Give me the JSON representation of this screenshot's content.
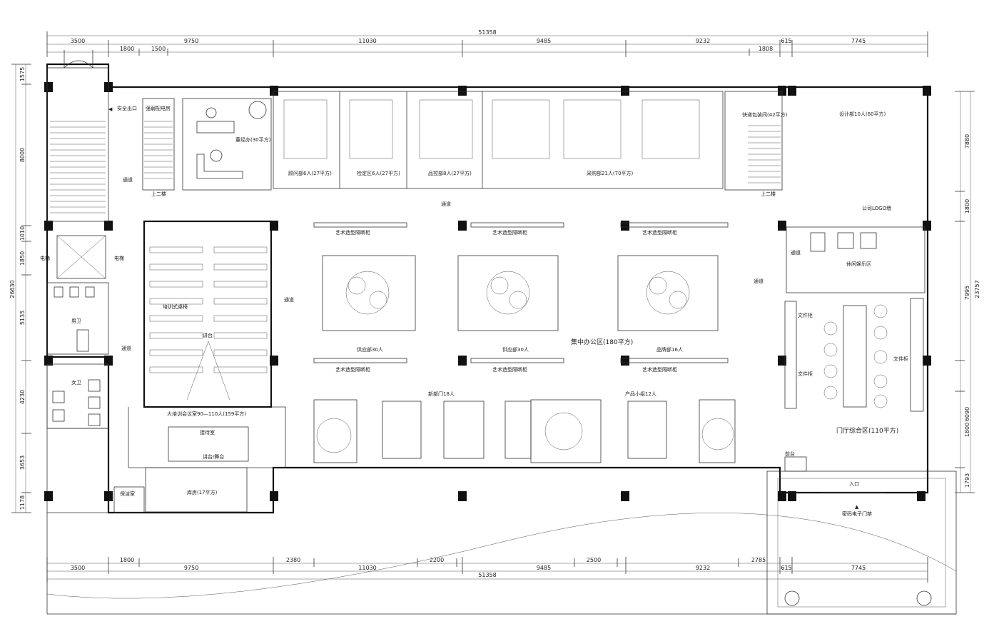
{
  "dimensions": {
    "total": "51358",
    "top": [
      "3500",
      "9750",
      "11030",
      "9485",
      "9232",
      "615",
      "7745"
    ],
    "top_sub": [
      "1800",
      "1500",
      "1808"
    ],
    "bottom": [
      "3500",
      "9750",
      "11030",
      "9485",
      "9232",
      "615",
      "7745"
    ],
    "bottom_sub": [
      "1800",
      "2380",
      "2200",
      "2500",
      "2785"
    ],
    "left": [
      "1575",
      "8000",
      "1010",
      "1850",
      "5135",
      "4230",
      "3653",
      "1178"
    ],
    "left_total": "26630",
    "right": [
      "7880",
      "1800",
      "7995",
      "1800",
      "6090",
      "1793"
    ],
    "right_total": "23757"
  },
  "rooms": {
    "safety_exit": "安全出口",
    "stair_left": "上二楼",
    "stair_right": "上二楼",
    "strong_room": "强弱配电房",
    "ceo_office": "董经办(30平方)",
    "admin": "顾问部6人(27平方)",
    "qc": "检定区6人(27平方)",
    "pm": "品控部8人(27平方)",
    "purchase": "采购部21人(70平方)",
    "express": "快递包装间(42平方)",
    "design": "设计部10人(60平方)",
    "corridor_top": "通道",
    "corridor_left": "通道",
    "corridor_left2": "通道",
    "corridor_mid": "通道",
    "corridor_right": "通道",
    "corridor_right2": "通道",
    "elevator_left": "电梯",
    "elevator_right": "电梯",
    "male_wc": "男卫",
    "female_wc": "女卫",
    "training_room": "大培训会议室90—110人(159平方)",
    "training_desk": "讲台",
    "training_cabinet": "培训式桌椅",
    "stage": "讲台/舞台",
    "warehouse": "库房(17平方)",
    "cleaner": "保洁室",
    "meeting_small": "接待室",
    "open_office": "集中办公区(180平方)",
    "supply_1": "供应部30人",
    "supply_2": "供应部30人",
    "logistics": "品牌部16人",
    "new_dept": "新部门18人",
    "product_team": "产品小组12人",
    "lounge": "休闲娱乐区",
    "lobby": "门厅综合区(110平方)",
    "company_logo": "公司LOGO墙",
    "front_desk": "前台",
    "entrance": "密码电子门禁",
    "entry_label": "入口"
  },
  "notes": {
    "shelf_1": "艺术造型隔断柜",
    "shelf_2": "艺术造型隔断柜",
    "shelf_3": "艺术造型隔断柜",
    "shelf_4": "艺术造型隔断柜",
    "shelf_5": "艺术造型隔断柜",
    "shelf_6": "艺术造型隔断柜",
    "cab_1": "文件柜",
    "cab_2": "文件柜",
    "cab_3": "文件柜"
  }
}
